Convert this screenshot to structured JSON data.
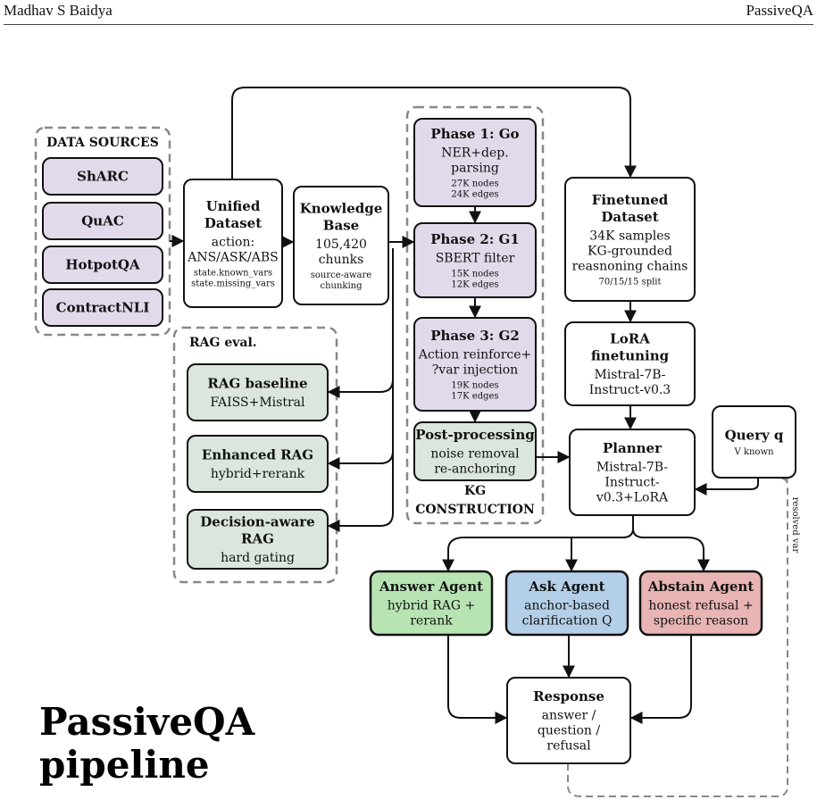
{
  "header": {
    "author": "Madhav S Baidya",
    "short_title": "PassiveQA"
  },
  "title": {
    "line1": "PassiveQA",
    "line2": "pipeline"
  },
  "colors": {
    "purple": "#e2d9ea",
    "green_light": "#dbe6dc",
    "answer": "#b8e4b4",
    "ask": "#b4d0e8",
    "abstain": "#e8b4b4",
    "stroke": "#111111",
    "dashed": "#888888"
  },
  "data_sources": {
    "title": "DATA SOURCES",
    "items": [
      "ShARC",
      "QuAC",
      "HotpotQA",
      "ContractNLI"
    ]
  },
  "unified": {
    "title_lines": [
      "Unified",
      "Dataset"
    ],
    "body_lines": [
      "action:",
      "ANS/ASK/ABS"
    ],
    "small_lines": [
      "state.known_vars",
      "state.missing_vars"
    ]
  },
  "kb": {
    "title_lines": [
      "Knowledge",
      "Base"
    ],
    "body_lines": [
      "105,420",
      "chunks"
    ],
    "small_lines": [
      "source-aware",
      "chunking"
    ]
  },
  "rag_eval": {
    "title": "RAG eval.",
    "items": [
      {
        "title_lines": [
          "RAG baseline"
        ],
        "body_lines": [
          "FAISS+Mistral"
        ]
      },
      {
        "title_lines": [
          "Enhanced RAG"
        ],
        "body_lines": [
          "hybrid+rerank"
        ]
      },
      {
        "title_lines": [
          "Decision-aware",
          "RAG"
        ],
        "body_lines": [
          "hard gating"
        ]
      }
    ]
  },
  "kg": {
    "title_lines": [
      "KG",
      "CONSTRUCTION"
    ],
    "phases": [
      {
        "title_lines": [
          "Phase 1: Go"
        ],
        "body_lines": [
          "NER+dep.",
          "parsing"
        ],
        "small_lines": [
          "27K nodes",
          "24K edges"
        ]
      },
      {
        "title_lines": [
          "Phase 2: G1"
        ],
        "body_lines": [
          "SBERT filter"
        ],
        "small_lines": [
          "15K nodes",
          "12K edges"
        ]
      },
      {
        "title_lines": [
          "Phase 3: G2"
        ],
        "body_lines": [
          "Action reinforce+",
          "?var injection"
        ],
        "small_lines": [
          "19K nodes",
          "17K edges"
        ]
      }
    ],
    "post": {
      "title_lines": [
        "Post-processing"
      ],
      "body_lines": [
        "noise removal",
        "re-anchoring"
      ]
    }
  },
  "finetuned": {
    "title_lines": [
      "Finetuned",
      "Dataset"
    ],
    "body_lines": [
      "34K samples",
      "KG-grounded",
      "reasnoning chains"
    ],
    "small_lines": [
      "70/15/15 split"
    ]
  },
  "lora": {
    "title_lines": [
      "LoRA",
      "finetuning"
    ],
    "body_lines": [
      "Mistral-7B-",
      "Instruct-v0.3"
    ]
  },
  "planner": {
    "title_lines": [
      "Planner"
    ],
    "body_lines": [
      "Mistral-7B-",
      "Instruct-",
      "v0.3+LoRA"
    ]
  },
  "query": {
    "title_lines": [
      "Query q"
    ],
    "small_lines": [
      "V known"
    ]
  },
  "agents": [
    {
      "title_lines": [
        "Answer Agent"
      ],
      "body_lines": [
        "hybrid RAG +",
        "rerank"
      ]
    },
    {
      "title_lines": [
        "Ask Agent"
      ],
      "body_lines": [
        "anchor-based",
        "clarification Q"
      ]
    },
    {
      "title_lines": [
        "Abstain Agent"
      ],
      "body_lines": [
        "honest refusal +",
        "specific reason"
      ]
    }
  ],
  "response": {
    "title_lines": [
      "Response"
    ],
    "body_lines": [
      "answer /",
      "question /",
      "refusal"
    ]
  },
  "loop_label": "resolved var"
}
